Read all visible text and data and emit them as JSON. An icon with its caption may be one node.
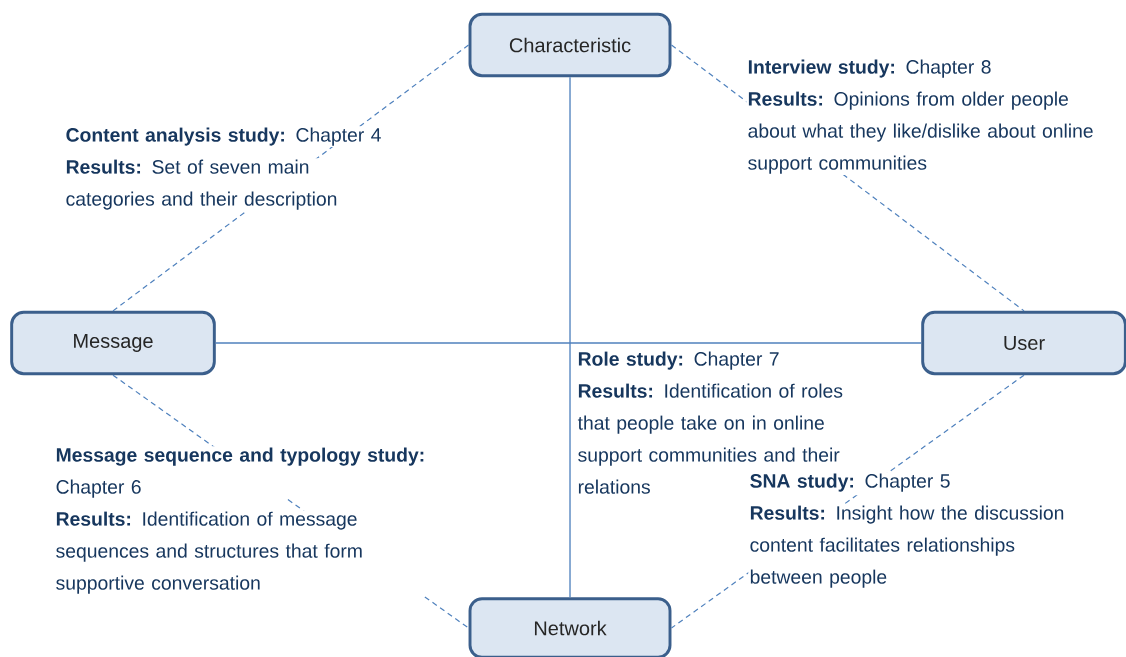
{
  "diagram": {
    "nodes": [
      {
        "text": [
          "Characteristic"
        ]
      },
      {
        "text": [
          "Message"
        ]
      },
      {
        "text": [
          "User"
        ]
      },
      {
        "text": [
          "Network"
        ]
      }
    ],
    "edges": [
      {
        "from": 0,
        "to": 1,
        "arrow": "none",
        "style": "dashed"
      },
      {
        "from": 0,
        "to": 2,
        "arrow": "none",
        "style": "dashed"
      },
      {
        "from": 1,
        "to": 2,
        "arrow": "none"
      },
      {
        "from": 0,
        "to": 3,
        "arrow": "none"
      },
      {
        "from": 1,
        "to": 3,
        "arrow": "none",
        "style": "dashed"
      },
      {
        "from": 2,
        "to": 3,
        "arrow": "none",
        "style": "dashed"
      }
    ],
    "labels": [
      "**Interview study:** Chapter 8",
      "**Results:** Opinions from older people about what they like/dislike about online support communities",
      "**Content analysis study:** Chapter 4",
      "**Results:** Set of seven main categories and their description",
      "**Role study:** Chapter 7",
      "**Results:** Identification of roles that people take on in online support communities and their relations",
      "**Message sequence and typology study:** Chapter 6",
      "**Results:** Identification of message sequences and structures that form supportive conversation",
      "**SNA study:** Chapter 5",
      "**Results:** Insight how the discussion content facilitates relationships between people"
    ]
  }
}
